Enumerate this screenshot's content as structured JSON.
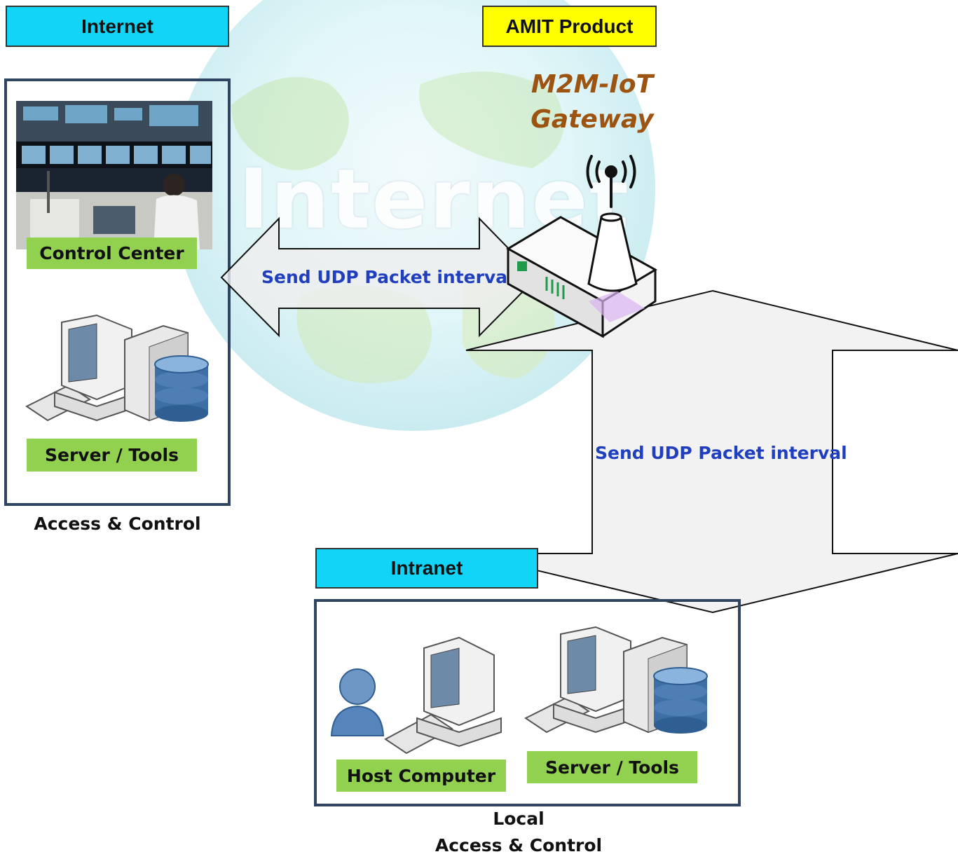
{
  "labels": {
    "internet": "Internet",
    "amit_product": "AMIT Product",
    "gateway_line1": "M2M-IoT",
    "gateway_line2": "Gateway",
    "watermark": "Internet",
    "control_center": "Control Center",
    "server_tools_remote": "Server / Tools",
    "access_control": "Access & Control",
    "udp_horizontal": "Send UDP Packet interval",
    "udp_vertical": "Send UDP Packet interval",
    "intranet": "Intranet",
    "host_computer": "Host Computer",
    "server_tools_local": "Server / Tools",
    "local_line1": "Local",
    "local_line2": "Access & Control"
  },
  "colors": {
    "cyan_tag": "#11d4f6",
    "yellow_tag": "#ffff00",
    "green_tag": "#92d050",
    "udp_text": "#1f3fbf",
    "gateway_text": "#9c5410",
    "panel_border": "#2e4460"
  },
  "icons": [
    "globe-background",
    "control-room-photo",
    "desktop-computer-icon",
    "server-tower-icon",
    "database-icon",
    "user-icon",
    "router-gateway-icon",
    "wireless-signal-icon"
  ]
}
